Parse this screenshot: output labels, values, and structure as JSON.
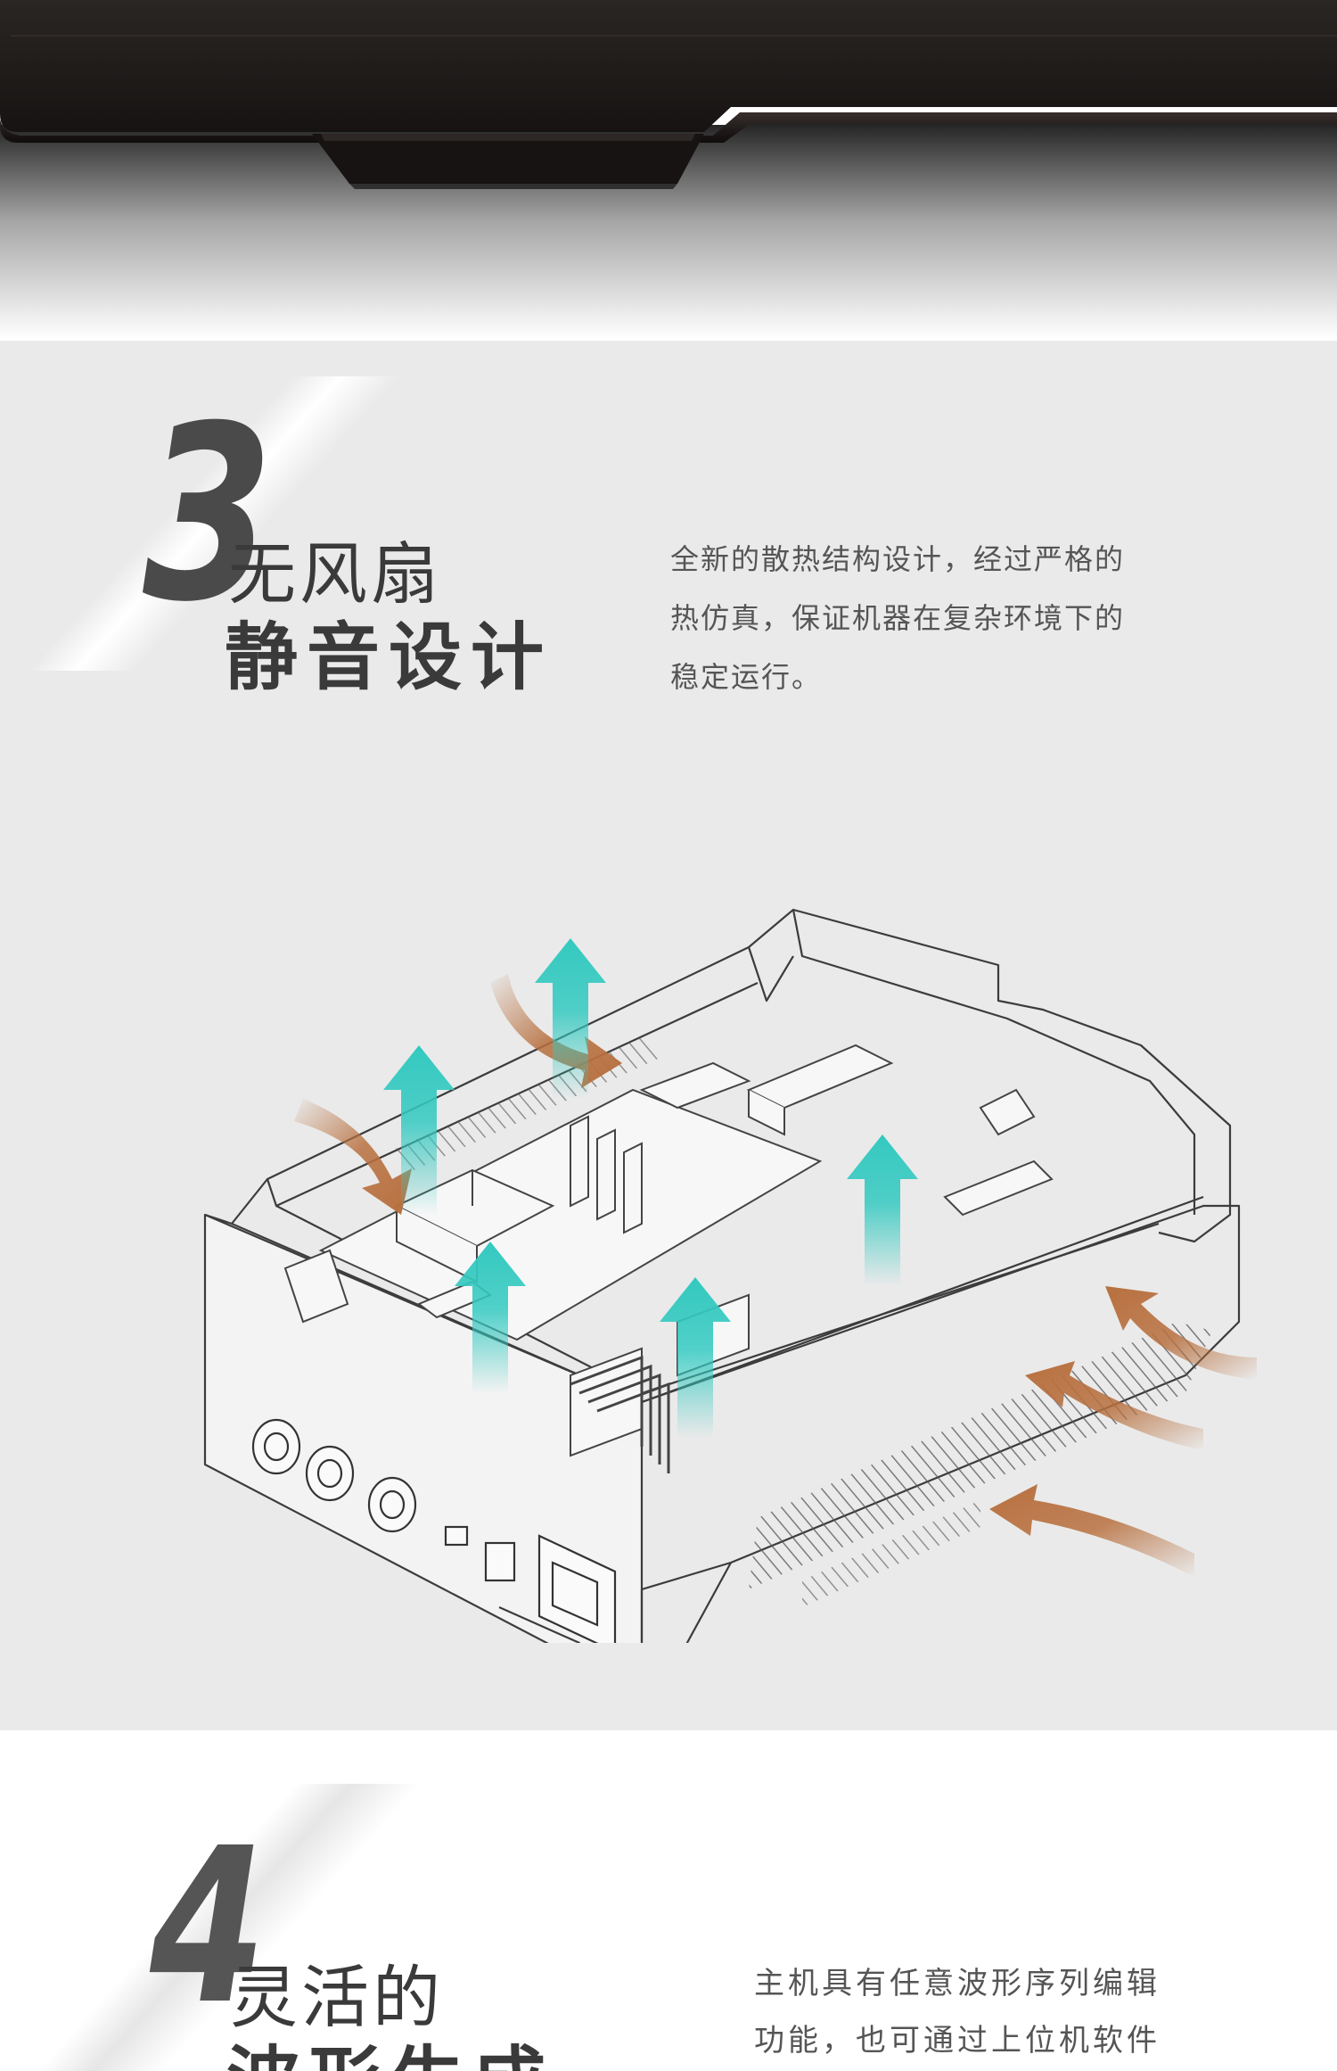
{
  "section3": {
    "number": "3",
    "title_line1": "无风扇",
    "title_line2": "静音设计",
    "description": [
      "全新的散热结构设计，经过严格的",
      "热仿真，保证机器在复杂环境下的",
      "稳定运行。"
    ]
  },
  "section4": {
    "number": "4",
    "title_line1": "灵活的",
    "title_line2": "波形生成",
    "description": [
      "主机具有任意波形序列编辑",
      "功能，也可通过上位机软件"
    ]
  },
  "colors": {
    "grey_background": "#eaeaea",
    "heading_text": "#3a3a3a",
    "body_text": "#555555",
    "cool_air_arrow": "#33c9c0",
    "warm_air_arrow": "#b8703f",
    "device_body": "#1e1b19"
  }
}
